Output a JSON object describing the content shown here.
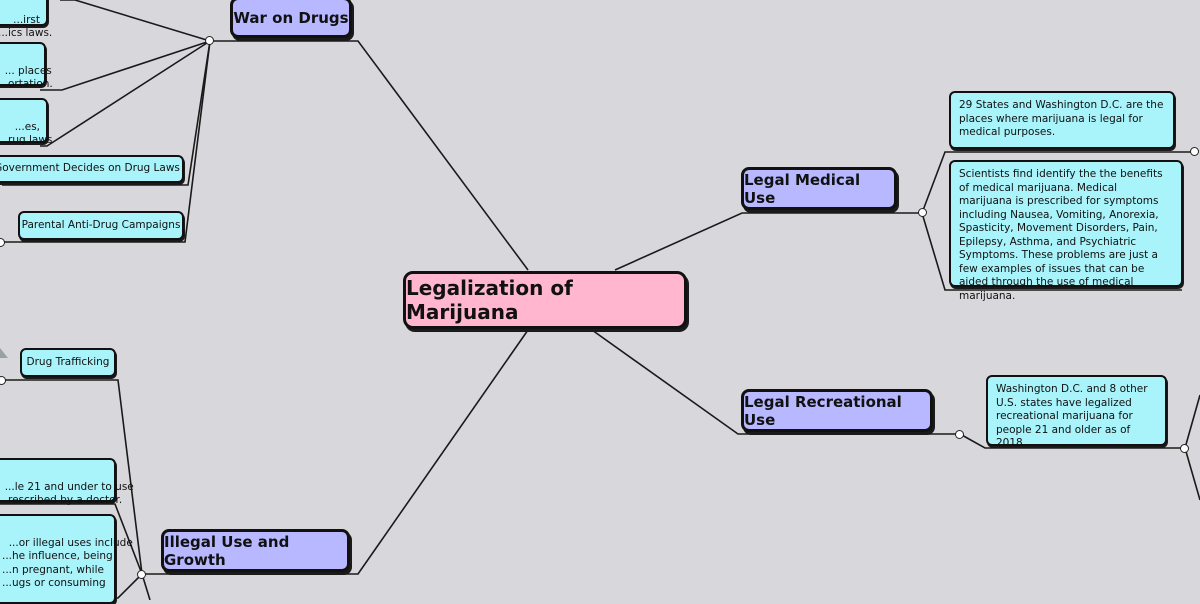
{
  "central": {
    "title": "Legalization of Marijuana"
  },
  "topics": {
    "war_on_drugs": "War on Drugs",
    "legal_medical": "Legal Medical Use",
    "legal_recreational": "Legal Recreational Use",
    "illegal_use": "Illegal Use and Growth"
  },
  "war_on_drugs_leaves": {
    "first_laws": "...irst\n...ics laws.",
    "places": "... places\n...ortation.",
    "drug_laws": "...es,\n...rug laws",
    "government": "Government Decides on Drug Laws",
    "parental": "Parental Anti-Drug Campaigns"
  },
  "medical_leaves": {
    "states": "29 States and Washington D.C. are the places where marijuana is legal for medical purposes.",
    "scientists": "Scientists find identify the the benefits of medical marijuana. Medical marijuana is prescribed for symptoms including Nausea, Vomiting, Anorexia, Spasticity, Movement Disorders, Pain, Epilepsy, Asthma, and Psychiatric Symptoms. These problems are just a few examples of issues that can be aided through the use of medical marijuana."
  },
  "recreational_leaves": {
    "washington": "Washington D.C. and 8 other U.S. states have legalized recreational marijuana for people 21 and older as of 2018."
  },
  "illegal_leaves": {
    "trafficking": "Drug Trafficking",
    "under21": "...le 21 and under to use\n...rescribed by a doctor.",
    "illegal_uses": "...or illegal uses include\n...he influence, being\n...n pregnant, while\n...ugs or consuming"
  },
  "colors": {
    "background": "#d8d8dc",
    "central_fill": "#ffb6ce",
    "topic_fill": "#b7b8ff",
    "leaf_fill": "#a9f3fb",
    "line": "#1a1a1a"
  }
}
